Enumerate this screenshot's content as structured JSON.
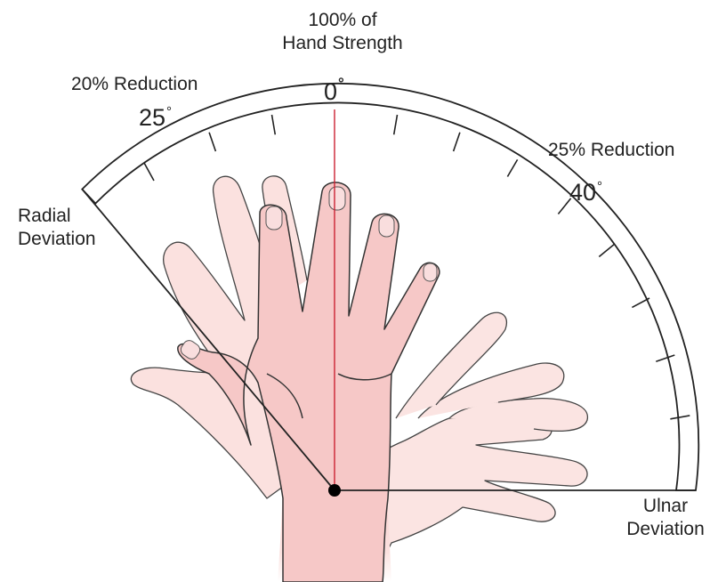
{
  "labels": {
    "full_strength": {
      "line1": "100% of",
      "line2": "Hand Strength"
    },
    "zero_angle": "0",
    "radial_reduction": "20% Reduction",
    "radial_angle": "25",
    "ulnar_reduction": "25% Reduction",
    "ulnar_angle": "40",
    "radial_deviation": {
      "line1": "Radial",
      "line2": "Deviation"
    },
    "ulnar_deviation": {
      "line1": "Ulnar",
      "line2": "Deviation"
    },
    "degree_symbol": "°"
  },
  "colors": {
    "center_line": "#cc2233",
    "outline": "#333333",
    "skin_light": "#fbe3e0",
    "skin_medium": "#f7cfcc",
    "skin_dark": "#f3bcbc",
    "pivot": "#000000"
  }
}
